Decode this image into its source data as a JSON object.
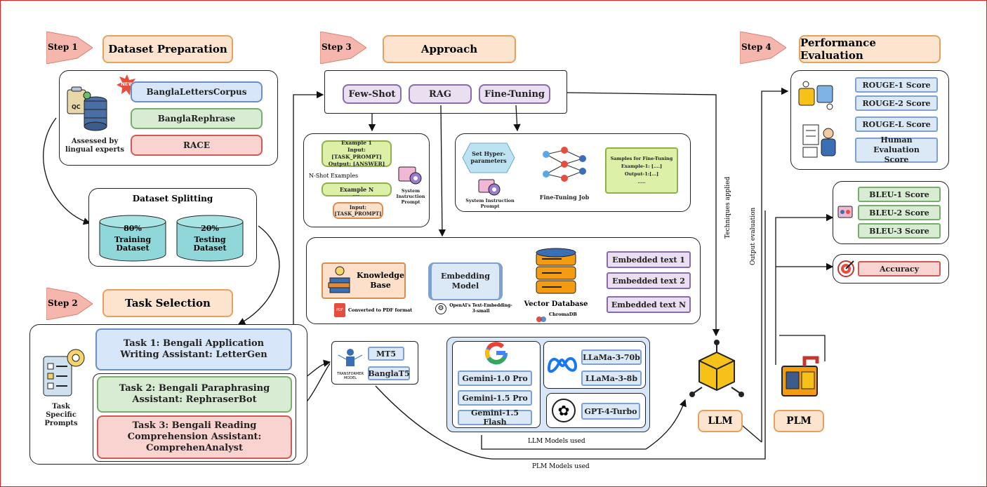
{
  "steps": {
    "step1": {
      "label": "Step 1",
      "title": "Dataset Preparation"
    },
    "step2": {
      "label": "Step 2",
      "title": "Task Selection"
    },
    "step3": {
      "label": "Step 3",
      "title": "Approach"
    },
    "step4": {
      "label": "Step 4",
      "title": "Performance Evaluation"
    }
  },
  "dataset": {
    "new_badge": "NEW",
    "items": [
      "BanglaLettersCorpus",
      "BanglaRephrase",
      "RACE"
    ],
    "assessed": "Assessed by lingual experts",
    "icon_label": "QC"
  },
  "splitting": {
    "title": "Dataset Splitting",
    "training_pct": "80%",
    "training_label": "Training Dataset",
    "testing_pct": "20%",
    "testing_label": "Testing Dataset"
  },
  "tasks": {
    "items": [
      "Task 1: Bengali Application Writing Assistant: LetterGen",
      "Task 2: Bengali Paraphrasing Assistant: RephraserBot",
      "Task 3: Bengali Reading Comprehension Assistant: ComprehenAnalyst"
    ],
    "prompts_label": "Task Specific Prompts"
  },
  "approach": {
    "methods": [
      "Few-Shot",
      "RAG",
      "Fine-Tuning"
    ],
    "fewshot": {
      "example1": "Example 1\nInput: [TASK_PROMPT]\nOutput: [ANSWER]",
      "nshot": "N-Shot Examples",
      "exampleN": "Example N",
      "dots": "....",
      "input": "Input:\n[TASK_PROMPT]",
      "sys": "System Instruction Prompt"
    },
    "finetune": {
      "hyper": "Set Hyper-parameters",
      "sys": "System Instruction Prompt",
      "job": "Fine-Tuning Job",
      "samples": "Samples for Fine-Tuning\nExample-1: [....]\nOutput-1:[...]\n....."
    },
    "rag": {
      "kb": "Knowledge Base",
      "pdf": "Converted to PDF format",
      "pdf_icon": "PDF",
      "embed_model": "Embedding Model",
      "openai": "OpenAI's Text-Embedding-3-small",
      "vectordb": "Vector Database",
      "chroma": "ChromaDB",
      "embedded": [
        "Embedded text 1",
        "Embedded text 2",
        "Embedded text N"
      ]
    }
  },
  "plm": {
    "transformer": "TRANSFORMER MODEL",
    "models": [
      "MT5",
      "BanglaT5"
    ],
    "label": "PLM",
    "used": "PLM Models used"
  },
  "llm": {
    "gemini": [
      "Gemini-1.0 Pro",
      "Gemini-1.5 Pro",
      "Gemini-1.5 Flash"
    ],
    "llama": [
      "LLaMa-3-70b",
      "LLaMa-3-8b"
    ],
    "gpt": [
      "GPT-4-Turbo"
    ],
    "label": "LLM",
    "used": "LLM Models used",
    "techniques": "Techniques applied",
    "output_eval": "Output evaluation"
  },
  "evaluation": {
    "rouge": [
      "ROUGE-1 Score",
      "ROUGE-2 Score",
      "ROUGE-L Score",
      "Human Evaluation Score"
    ],
    "bleu": [
      "BLEU-1 Score",
      "BLEU-2 Score",
      "BLEU-3 Score"
    ],
    "accuracy": "Accuracy"
  },
  "colors": {
    "frame": "#e02020",
    "title_bg": "#fde4cf",
    "step_arrow": "#f5b6ad"
  }
}
